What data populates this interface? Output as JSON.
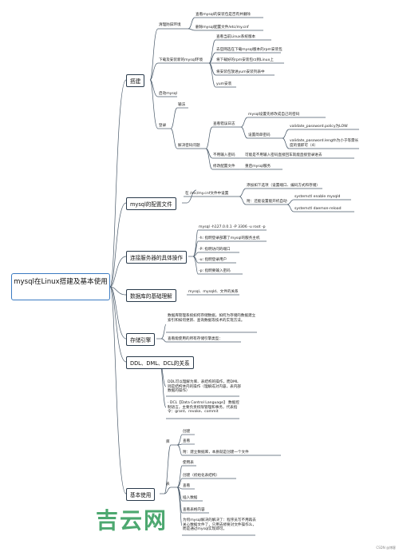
{
  "root": "mysql在Linux搭建及基本使用",
  "branches": {
    "setup": "搭建",
    "config": "mysql的配置文件",
    "connect": "连接服务器的具体操作",
    "basic": "数据库的基础理解",
    "engine": "存储引擎",
    "ddl": "DDL、DML、DCL的关系",
    "usage": "基本使用"
  },
  "setup": {
    "clean": "清理防旧环境",
    "clean_1": "查看mysql的安装包是否有并删除",
    "clean_2": "删除mysql配置文件/etc/my.cnf",
    "install": "下载及安装新的mysql环境",
    "install_1": "查看当前Linux系统版本",
    "install_2": "去官网选在下载mysql版本的rpm安装包",
    "install_3": "将下载好的rpm安装包rz到Linux上",
    "install_4": "将安装包放进yum安装列表中",
    "install_5": "yum安装",
    "start": "启动mysql",
    "login": "登录",
    "login_1": "输法",
    "login_2": "解决密码问题",
    "temp_pwd": "查看错误日志",
    "temp_pwd_1": "mysql设置先修改成自己的密码",
    "pwd_policy": "设置简单密码",
    "pwd_policy_1": "validate_password.policy为LOW",
    "pwd_policy_2": "validate_password.length为小于等需长度的值即可（4）",
    "skip": "不用输入密码",
    "skip_1": "可能是不用输入密码直接回车就能直接登录进去",
    "edit_cfg": "修改配置文件",
    "edit_cfg_1": "重启mysql服务"
  },
  "config": {
    "path": "在 /etc/my.cnf文件中设置",
    "item_1": "添加如下选项（设置端口、编码方式和存储）",
    "item_2": "附：还能设置能开机自动",
    "item_2a": "systemctl enable mysqld",
    "item_2b": "systemctl daemon-reload"
  },
  "connect": {
    "cmd": "mysql -h127.0.0.1 -P 3306 -u root -p",
    "h": "-h: 指明登录部署了mysql的服务主机",
    "P": "-P: 指明访问的端口",
    "u": "-u: 指明登录用户",
    "p": "-p: 指明要输入密码"
  },
  "basic": {
    "text": "mysql、mysqld、文件的关系"
  },
  "engine": {
    "text_1": "数据库管理系统如何存储数据，如何为存储的数据建立索引和如何更新、查询数据等技术的实现方法。",
    "text_2": "查看能使用的所有存储引擎类型："
  },
  "ddl": {
    "text_1": "DDL可以理解为库、表结构的操作，而DML则是结构体内的操作（理解成对内容，表内部数据的操作）",
    "text_2": "· DCL【Data Control Language】 数据控制语言，主要负责权限管理和事务，代表指令：grant、revoke、commit"
  },
  "usage": {
    "db": "库",
    "db_1": "创建",
    "db_2": "查看",
    "db_3": "附：建立数据库，本质就是创建一个文件",
    "table": "表",
    "t_1": "使用表",
    "t_2": "创建（初始化表结构）",
    "t_3": "查看",
    "t_4": "插入数据",
    "t_5": "查看表格内容",
    "t_6": "为何mysql解决的解决了：程序员写不用再去关心数据文件了，只用去修要对文件操作么，而是通过mysql实现即可。"
  },
  "watermark": "吉云网",
  "credit": "CSDN @博客"
}
